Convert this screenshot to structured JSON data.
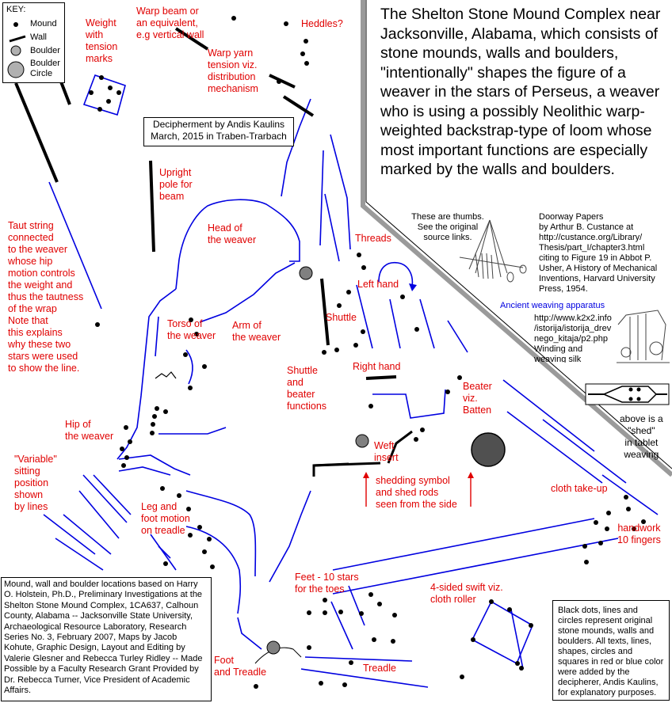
{
  "key": {
    "title": "KEY:",
    "items": [
      {
        "label": "Mound",
        "icon": "mound-dot-icon"
      },
      {
        "label": "Wall",
        "icon": "wall-line-icon"
      },
      {
        "label": "Boulder",
        "icon": "boulder-circle-icon"
      },
      {
        "label": "Boulder\nCircle",
        "icon": "boulder-circle-large-icon"
      }
    ]
  },
  "title": "The Shelton Stone Mound Complex near Jacksonville, Alabama, which consists of stone mounds, walls and boulders, \"intentionally\" shapes the figure of a weaver in the stars of Perseus, a weaver who is using a possibly Neolithic warp-weighted backstrap-type of loom whose most important functions are especially marked by the walls and boulders.",
  "credit": "Decipherment by Andis Kaulins\nMarch, 2015 in Traben-Trarbach",
  "labels": {
    "weight_tension": "Weight\nwith\ntension\nmarks",
    "warp_beam": "Warp beam or\nan equivalent,\ne.g vertical wall",
    "heddles": "Heddles?",
    "warp_yarn": "Warp yarn\ntension viz.\ndistribution\nmechanism",
    "upright_pole": "Upright\npole for\nbeam",
    "head": "Head of\nthe weaver",
    "threads": "Threads",
    "left_hand": "Left hand",
    "taut_string": "Taut string\nconnected\nto the weaver\nwhose hip\nmotion controls\nthe weight and\nthus the tautness\nof the wrap\nNote that\nthis explains\nwhy these two\nstars were used\nto show the line.",
    "torso": "Torso of\nthe weaver",
    "arm": "Arm of\nthe weaver",
    "shuttle": "Shuttle",
    "right_hand": "Right hand",
    "shuttle_beater": "Shuttle\nand\nbeater\nfunctions",
    "beater": "Beater\nviz.\nBatten",
    "hip": "Hip of\nthe weaver",
    "weft": "Weft\ninsert",
    "variable": "\"Variable\"\nsitting\nposition\nshown\nby lines",
    "shedding": "shedding symbol\nand shed rods\nseen from the side",
    "leg_foot": "Leg and\nfoot motion\non treadle",
    "cloth_takeup": "cloth take-up",
    "handwork": "handwork\n10 fingers",
    "feet": "Feet - 10 stars\nfor the toes",
    "swift": "4-sided swift viz.\ncloth roller",
    "foot_treadle": "Foot\nand Treadle",
    "treadle": "Treadle"
  },
  "thumbs_note": "These are thumbs.\nSee the original\nsource links.",
  "doorway": "Doorway Papers\nby Arthur B. Custance at\nhttp://custance.org/Library/\nThesis/part_I/chapter3.html\nciting to Figure 19 in Abbot P.\nUsher, A History of Mechanical\nInventions, Harvard University\nPress, 1954.",
  "ancient_title": "Ancient weaving apparatus",
  "ancient_src": "http://www.k2x2.info\n/istorija/istorija_drev\nnego_kitaja/p2.php\nWinding and\nweaving silk",
  "shed_note": "above is a\n\"shed\"\nin tablet\nweaving",
  "source": "Mound, wall and boulder locations based on Harry O. Holstein, Ph.D., Preliminary Investigations at the Shelton Stone Mound Complex, 1CA637, Calhoun County, Alabama -- Jacksonville State University, Archaeological Resource Laboratory, Research Series No. 3, February 2007, Maps by Jacob Kohute, Graphic Design, Layout and Editing by Valerie Glesner and Rebecca Turley Ridley -- Made Possible by a Faculty Research Grant Provided by Dr. Rebecca Turner, Vice President of Academic Affairs.",
  "legend_note": "Black dots, lines and circles represent original stone mounds, walls and boulders. All texts, lines, shapes, circles and squares in red or blue color were added by the decipherer, Andis Kaulins, for explanatory purposes.",
  "colors": {
    "annotation": "#e00000",
    "guide": "#0000e0",
    "mound": "#000000",
    "boulder": "#808080"
  }
}
